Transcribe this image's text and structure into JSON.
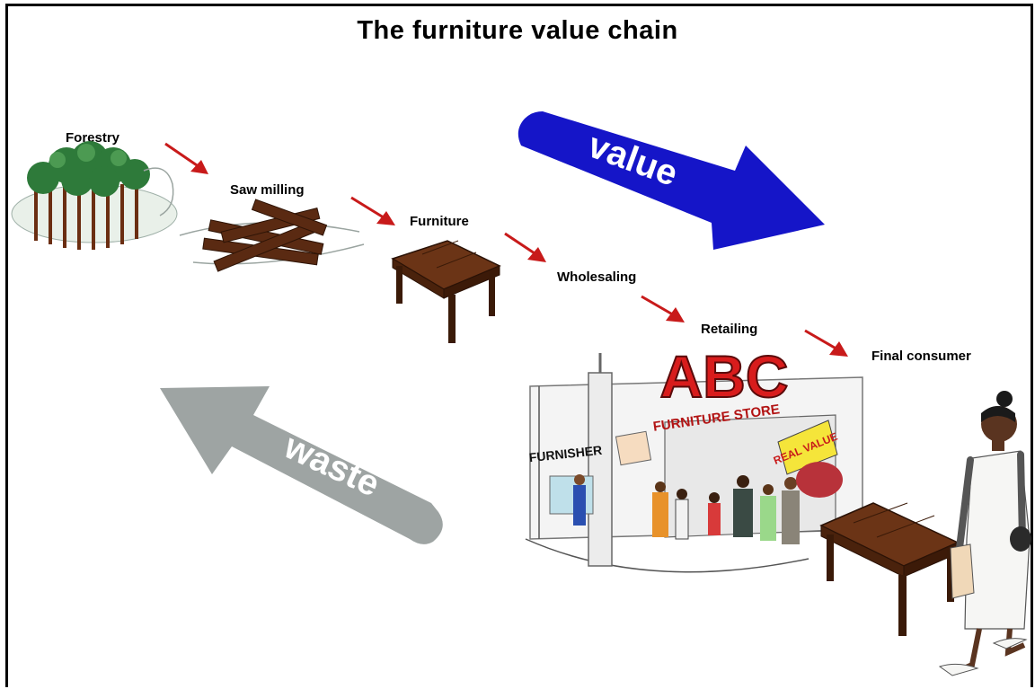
{
  "diagram": {
    "title": "The furniture value chain",
    "stages": [
      {
        "label": "Forestry"
      },
      {
        "label": "Saw milling"
      },
      {
        "label": "Furniture"
      },
      {
        "label": "Wholesaling"
      },
      {
        "label": "Retailing"
      },
      {
        "label": "Final consumer"
      }
    ],
    "flows": {
      "value": {
        "label": "value",
        "color": "#1515c8"
      },
      "waste": {
        "label": "waste",
        "color": "#9ea4a3"
      }
    },
    "step_arrow_color": "#c81a1a",
    "store": {
      "sign_main": "ABC",
      "sign_sub": "FURNITURE STORE",
      "neighbor_sign": "FURNISHER",
      "poster": "REAL VALUE"
    }
  }
}
